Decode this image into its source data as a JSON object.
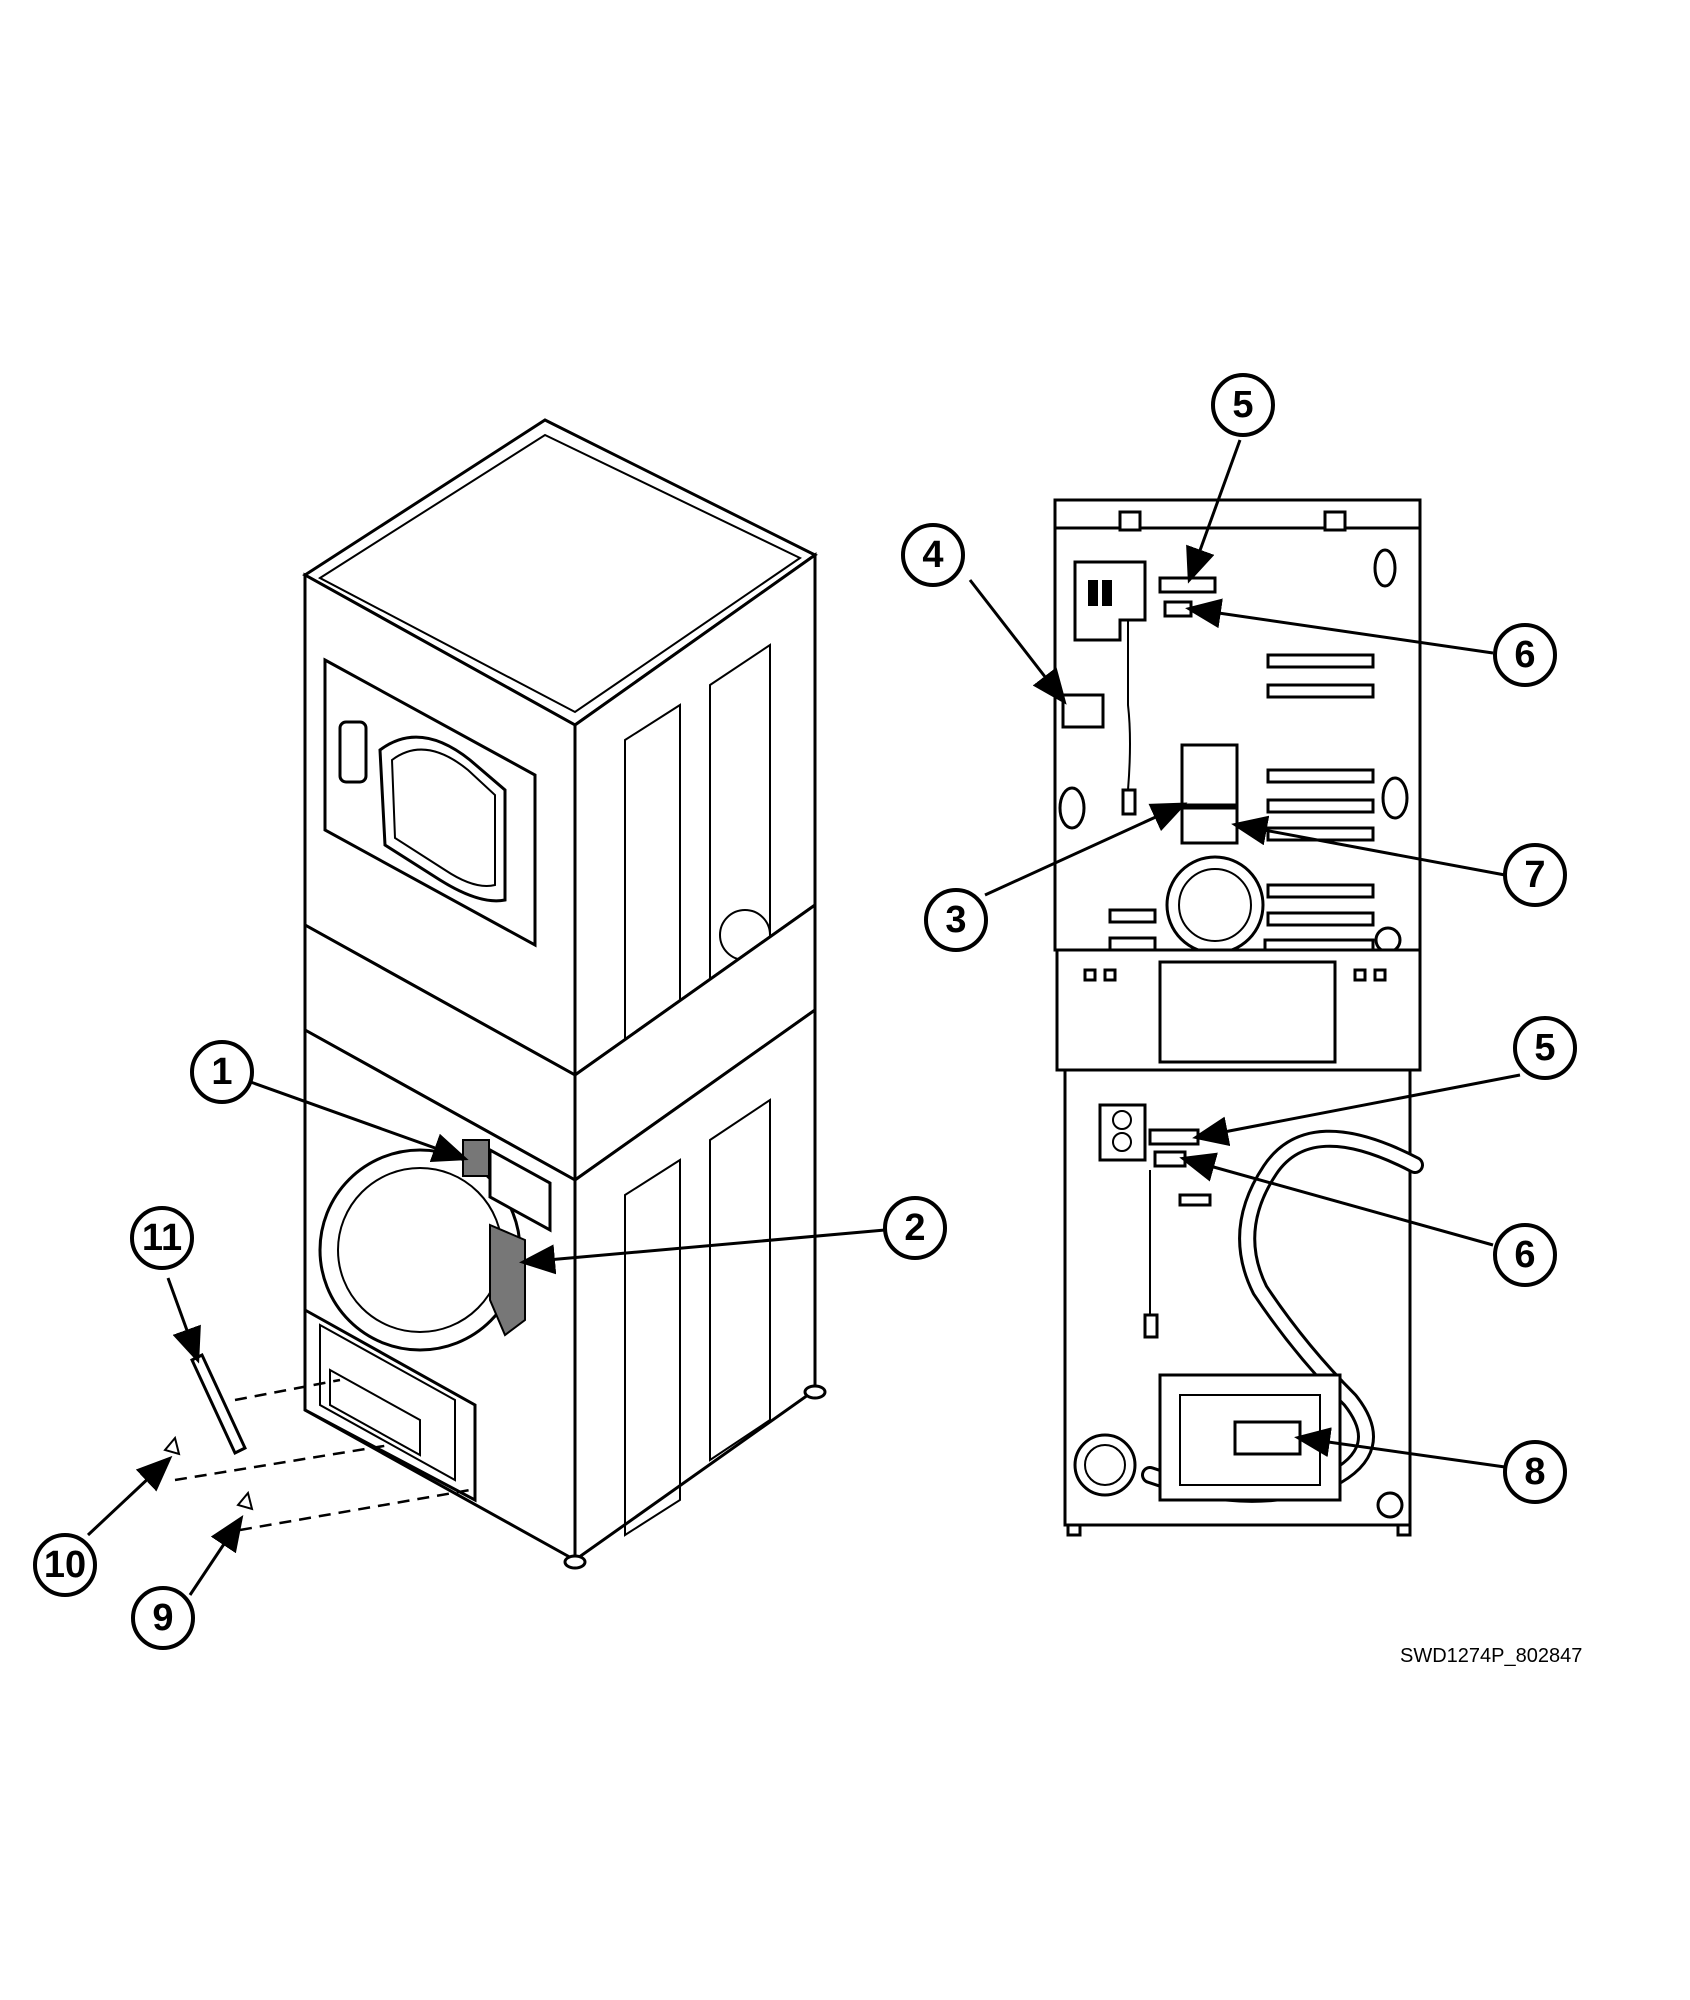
{
  "callouts": [
    {
      "id": "c1",
      "label": "1"
    },
    {
      "id": "c2",
      "label": "2"
    },
    {
      "id": "c3",
      "label": "3"
    },
    {
      "id": "c4",
      "label": "4"
    },
    {
      "id": "c5a",
      "label": "5"
    },
    {
      "id": "c5b",
      "label": "5"
    },
    {
      "id": "c6a",
      "label": "6"
    },
    {
      "id": "c6b",
      "label": "6"
    },
    {
      "id": "c7",
      "label": "7"
    },
    {
      "id": "c8",
      "label": "8"
    },
    {
      "id": "c9",
      "label": "9"
    },
    {
      "id": "c10",
      "label": "10"
    },
    {
      "id": "c11",
      "label": "11"
    }
  ],
  "reference_code": "SWD1274P_802847"
}
